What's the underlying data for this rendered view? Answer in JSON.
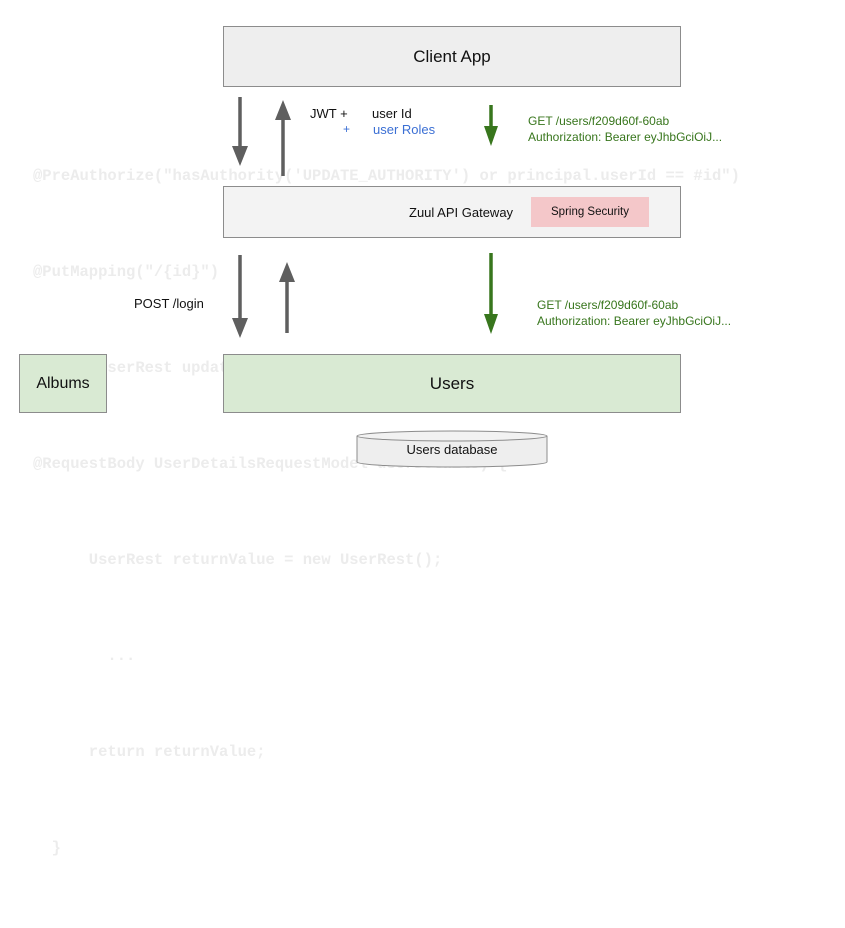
{
  "background_code": [
    "@PreAuthorize(\"hasAuthority('UPDATE_AUTHORITY') or principal.userId == #id\")",
    "@PutMapping(\"/{id}\")",
    "public UserRest updateUser(@PathVariable String id,",
    "@RequestBody UserDetailsRequestModel userDetails) {",
    "      UserRest returnValue = new UserRest();",
    "        ...",
    "      return returnValue;",
    "  }"
  ],
  "nodes": {
    "client_app": "Client App",
    "zuul_gateway": "Zuul API Gateway",
    "spring_security": "Spring Security",
    "users": "Users",
    "albums": "Albums",
    "users_database": "Users database"
  },
  "labels": {
    "jwt": "JWT +",
    "user_id": "user Id",
    "plus": "+",
    "user_roles": "user Roles",
    "get_request_1": "GET /users/f209d60f-60ab",
    "authorization_1": "Authorization: Bearer eyJhbGciOiJ...",
    "get_request_2": "GET /users/f209d60f-60ab",
    "authorization_2": "Authorization: Bearer eyJhbGciOiJ...",
    "post_login": "POST /login"
  },
  "colors": {
    "gray_arrow": "#5f5f5f",
    "green_arrow": "#38761d",
    "green_text": "#38761d",
    "blue_text": "#3b6fd4",
    "users_fill": "#d9ead3",
    "client_fill": "#eeeeee",
    "security_fill": "#f4c7c9"
  }
}
